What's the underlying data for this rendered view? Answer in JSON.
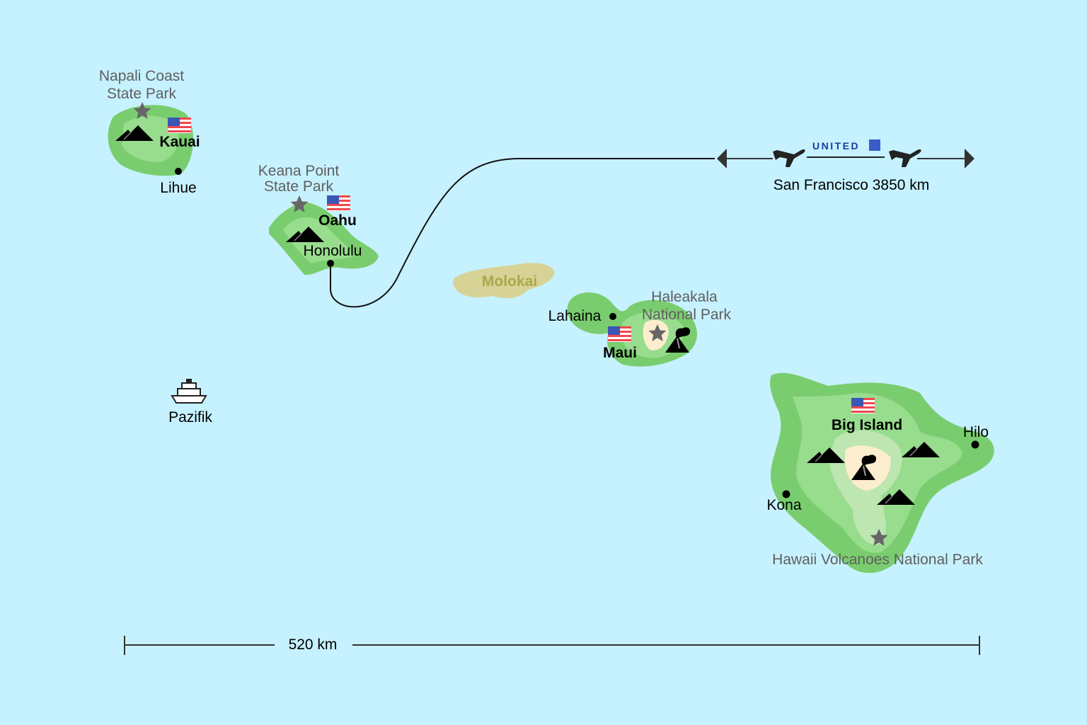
{
  "colors": {
    "ocean": "#c6f1ff",
    "green1": "#7acd6e",
    "green2": "#98dc8e",
    "green3": "#bde6b0",
    "summit": "#fdedcf",
    "molokai": "#d7d397",
    "molokai_text": "#a9a84a",
    "park_text": "#5f5f5f",
    "united": "#1b3c9a"
  },
  "islands": {
    "kauai": "Kauai",
    "oahu": "Oahu",
    "molokai": "Molokai",
    "maui": "Maui",
    "big_island": "Big Island"
  },
  "cities": {
    "lihue": "Lihue",
    "honolulu": "Honolulu",
    "lahaina": "Lahaina",
    "hilo": "Hilo",
    "kona": "Kona"
  },
  "parks": {
    "napali_1": "Napali Coast",
    "napali_2": "State Park",
    "keana_1": "Keana Point",
    "keana_2": "State Park",
    "haleakala_1": "Haleakala",
    "haleakala_2": "National Park",
    "volcanoes": "Hawaii Volcanoes National Park"
  },
  "ocean_label": "Pazifik",
  "flight": {
    "airline": "UNITED",
    "destination": "San Francisco 3850 km"
  },
  "scale": {
    "label": "520 km"
  },
  "icons": [
    "mountain-icon",
    "star-icon",
    "us-flag-icon",
    "volcano-icon",
    "city-dot-icon",
    "plane-icon",
    "ship-icon",
    "arrow-icon"
  ]
}
